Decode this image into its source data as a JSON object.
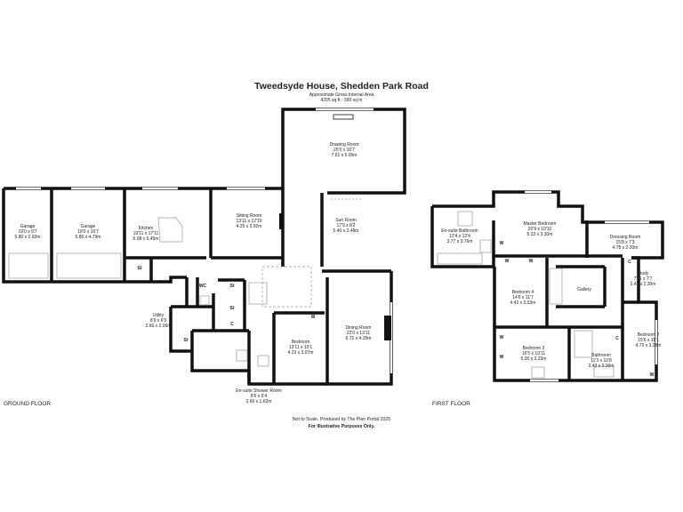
{
  "header": {
    "title": "Tweedsyde House, Shedden Park Road",
    "area_label": "Approximate Gross Internal Area",
    "area_value": "4205 sq ft - 390 sq m"
  },
  "floors": {
    "ground": "GROUND FLOOR",
    "first": "FIRST FLOOR"
  },
  "ground_rooms": [
    {
      "name": "Drawing Room",
      "dim_imperial": "25'0 x 16'7",
      "dim_metric": "7.61 x 5.05m"
    },
    {
      "name": "Garage",
      "dim_imperial": "19'0 x 9'7",
      "dim_metric": "5.80 x 2.92m"
    },
    {
      "name": "Garage",
      "dim_imperial": "19'0 x 16'7",
      "dim_metric": "5.80 x 4.79m"
    },
    {
      "name": "Kitchen",
      "dim_imperial": "19'11 x 17'11",
      "dim_metric": "6.08 x 5.45m"
    },
    {
      "name": "Sitting Room",
      "dim_imperial": "13'11 x 12'10",
      "dim_metric": "4.25 x 3.92m"
    },
    {
      "name": "Sun Room",
      "dim_imperial": "17'9 x 8'2",
      "dim_metric": "5.40 x 2.48m"
    },
    {
      "name": "Utility",
      "dim_imperial": "8'9 x 6'9",
      "dim_metric": "2.66 x 2.06m"
    },
    {
      "name": "Bedroom",
      "dim_imperial": "13'11 x 10'1",
      "dim_metric": "4.23 x 3.07m"
    },
    {
      "name": "Dining Room",
      "dim_imperial": "22'0 x 13'11",
      "dim_metric": "6.71 x 4.25m"
    },
    {
      "name": "En-suite Shower Room",
      "dim_imperial": "8'6 x 5'4",
      "dim_metric": "2.60 x 1.62m"
    }
  ],
  "first_rooms": [
    {
      "name": "Master Bedroom",
      "dim_imperial": "20'9 x 10'10",
      "dim_metric": "6.33 x 3.30m"
    },
    {
      "name": "En-suite Bathroom",
      "dim_imperial": "12'4 x 12'4",
      "dim_metric": "3.77 x 3.76m"
    },
    {
      "name": "Dressing Room",
      "dim_imperial": "15'8 x 7'3",
      "dim_metric": "4.78 x 2.20m"
    },
    {
      "name": "Study",
      "dim_imperial": "7'11 x 7'7",
      "dim_metric": "2.41 x 2.30m"
    },
    {
      "name": "Bedroom 4",
      "dim_imperial": "14'6 x 11'7",
      "dim_metric": "4.42 x 3.53m"
    },
    {
      "name": "Gallery",
      "dim_imperial": "",
      "dim_metric": ""
    },
    {
      "name": "Bedroom 3",
      "dim_imperial": "16'5 x 10'11",
      "dim_metric": "5.00 x 3.33m"
    },
    {
      "name": "Bathroom",
      "dim_imperial": "11'3 x 10'8",
      "dim_metric": "3.43 x 3.26m"
    },
    {
      "name": "Bedroom 2",
      "dim_imperial": "15'6 x 11'1",
      "dim_metric": "4.73 x 3.38m"
    }
  ],
  "tags": {
    "st": "St",
    "wc": "WC",
    "c": "C",
    "w": "W"
  },
  "footer": {
    "line1": "Not to Scale. Produced by The Plan Portal 2025",
    "line2": "For Illustrative Purposes Only."
  }
}
